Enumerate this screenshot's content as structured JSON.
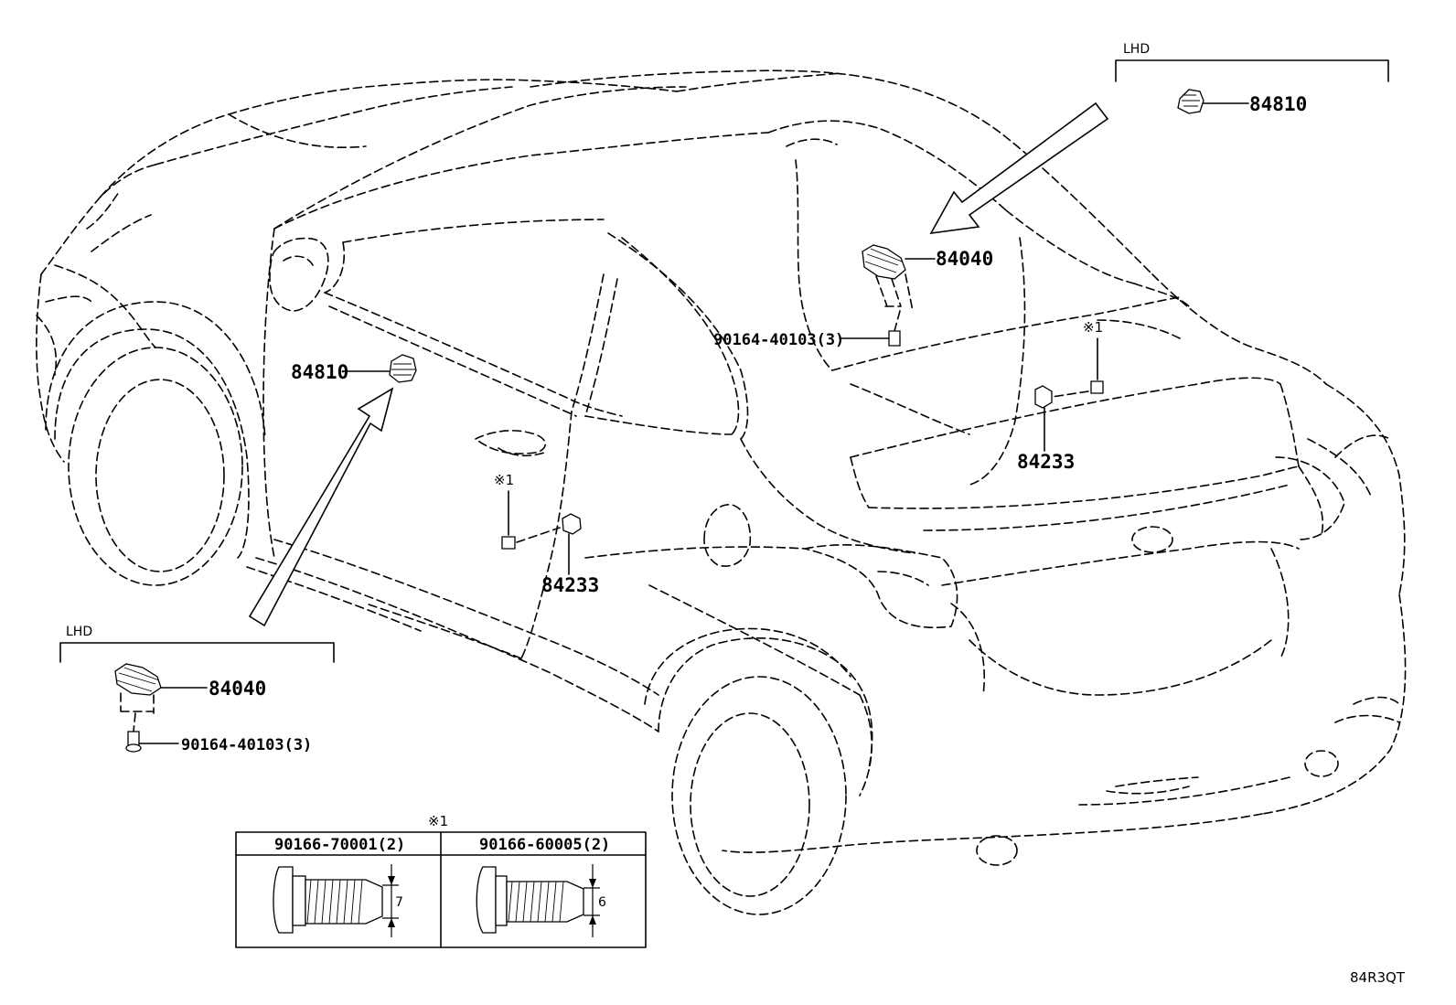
{
  "labels": {
    "p84810_top": "84810",
    "p84040_top": "84040",
    "bolt_top": "90164-40103(3)",
    "note_top": "※1",
    "p84233_right": "84233",
    "p84810_left": "84810",
    "note_mid": "※1",
    "p84233_mid": "84233",
    "p84040_bottom": "84040",
    "bolt_bottom": "90164-40103(3)",
    "lhd_top": "LHD",
    "lhd_bottom": "LHD",
    "table_note": "※1",
    "table_col1": "90166-70001(2)",
    "table_col2": "90166-60005(2)",
    "dim_col1": "7",
    "dim_col2": "6",
    "ref_code": "84R3QT"
  }
}
